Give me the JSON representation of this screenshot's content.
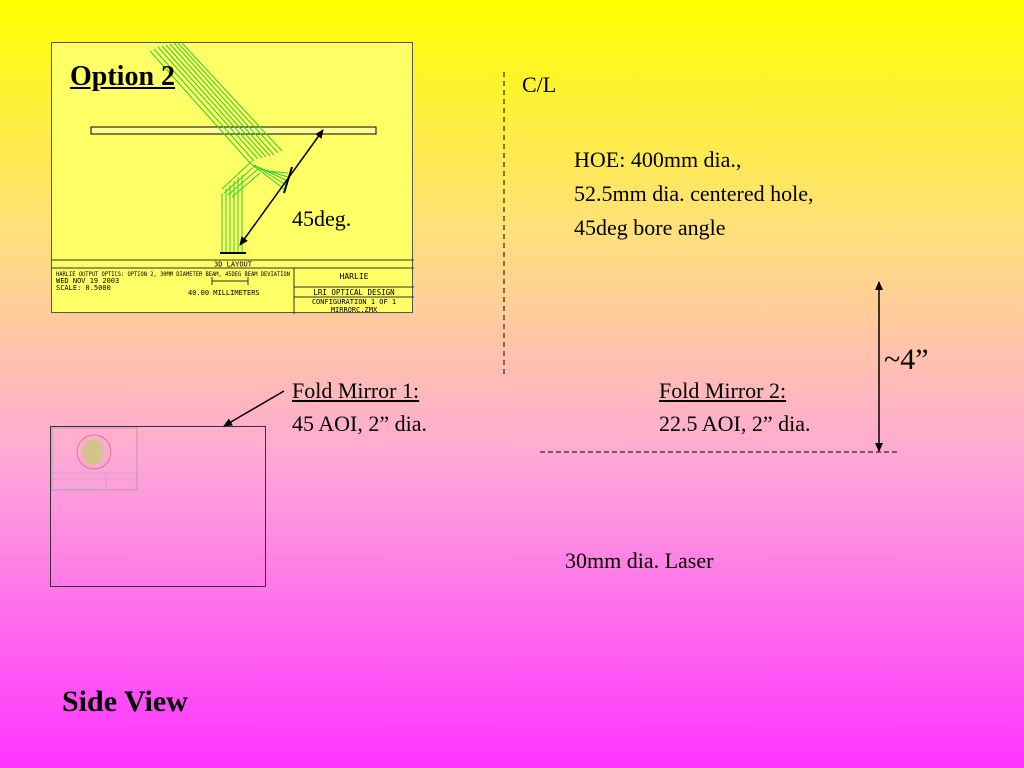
{
  "option_panel": {
    "title": "Option 2",
    "layout_label": "3D LAYOUT",
    "desc_line1": "HARLIE OUTPUT OPTICS: OPTION 2, 30MM DIAMETER BEAM, 45DEG BEAM DEVIATION",
    "date": "WED NOV 19 2003",
    "scale": "SCALE:  0.5000",
    "units": "40.00 MILLIMETERS",
    "project": "HARLIE",
    "company": "LRI OPTICAL DESIGN",
    "config": "CONFIGURATION  1  OF  1",
    "file": "MIRRORC.ZMX"
  },
  "labels": {
    "angle": "45deg.",
    "centerline": "C/L",
    "hoe_line1": "HOE: 400mm dia.,",
    "hoe_line2": "52.5mm dia. centered  hole,",
    "hoe_line3": "45deg bore angle",
    "fold1_title": "Fold Mirror 1:",
    "fold1_spec": "45 AOI, 2” dia.",
    "fold2_title": "Fold Mirror 2:",
    "fold2_spec": "22.5 AOI, 2” dia.",
    "distance": "~4”",
    "laser": "30mm dia. Laser",
    "view": "Side View"
  },
  "colors": {
    "panel_bg": "#ffff66",
    "beam": "#33cc33"
  }
}
